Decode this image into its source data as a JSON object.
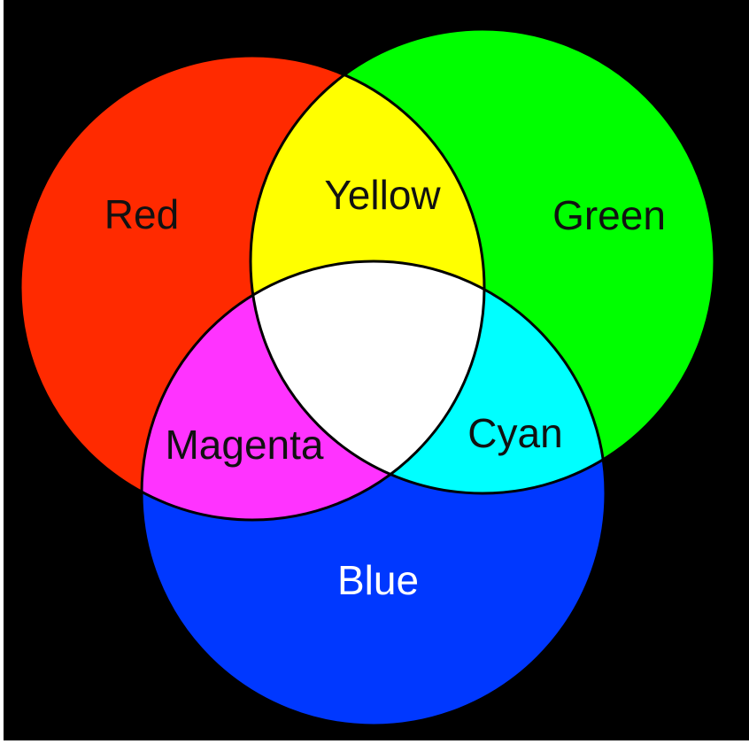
{
  "background": "#000000",
  "outline_color": "#000000",
  "regions": {
    "red": {
      "label": "Red",
      "color": "#ff2a00",
      "text_color": "#111111"
    },
    "green": {
      "label": "Green",
      "color": "#00ff00",
      "text_color": "#111111"
    },
    "blue": {
      "label": "Blue",
      "color": "#0038ff",
      "text_color": "#ffffff"
    },
    "yellow": {
      "label": "Yellow",
      "color": "#ffff00",
      "text_color": "#111111"
    },
    "cyan": {
      "label": "Cyan",
      "color": "#00ffff",
      "text_color": "#111111"
    },
    "magenta": {
      "label": "Magenta",
      "color": "#ff33ff",
      "text_color": "#111111"
    },
    "white": {
      "color": "#ffffff"
    }
  }
}
